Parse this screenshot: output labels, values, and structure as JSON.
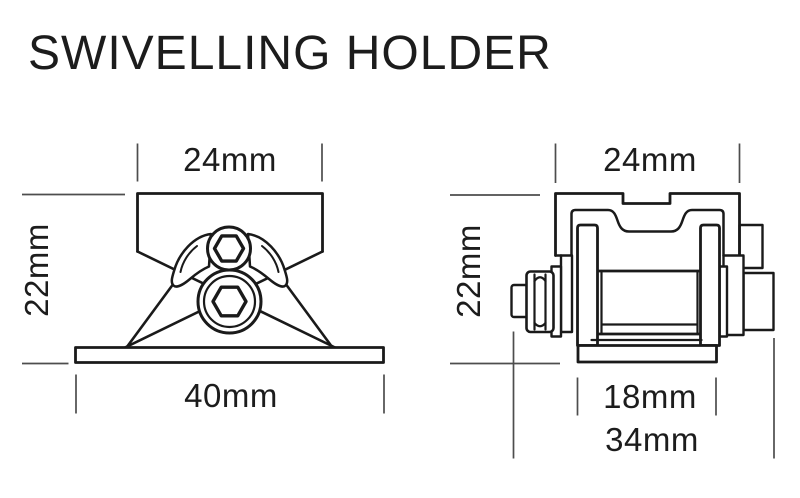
{
  "title": "SWIVELLING HOLDER",
  "views": {
    "front": {
      "top_width": "24mm",
      "height": "22mm",
      "base_width": "40mm"
    },
    "side": {
      "top_width": "24mm",
      "height": "22mm",
      "roller_width": "18mm",
      "overall_width": "34mm"
    }
  },
  "colors": {
    "line": "#1a1a1a",
    "dimension_line": "#4d4d4d",
    "text": "#1c1c1c",
    "background": "#ffffff"
  }
}
